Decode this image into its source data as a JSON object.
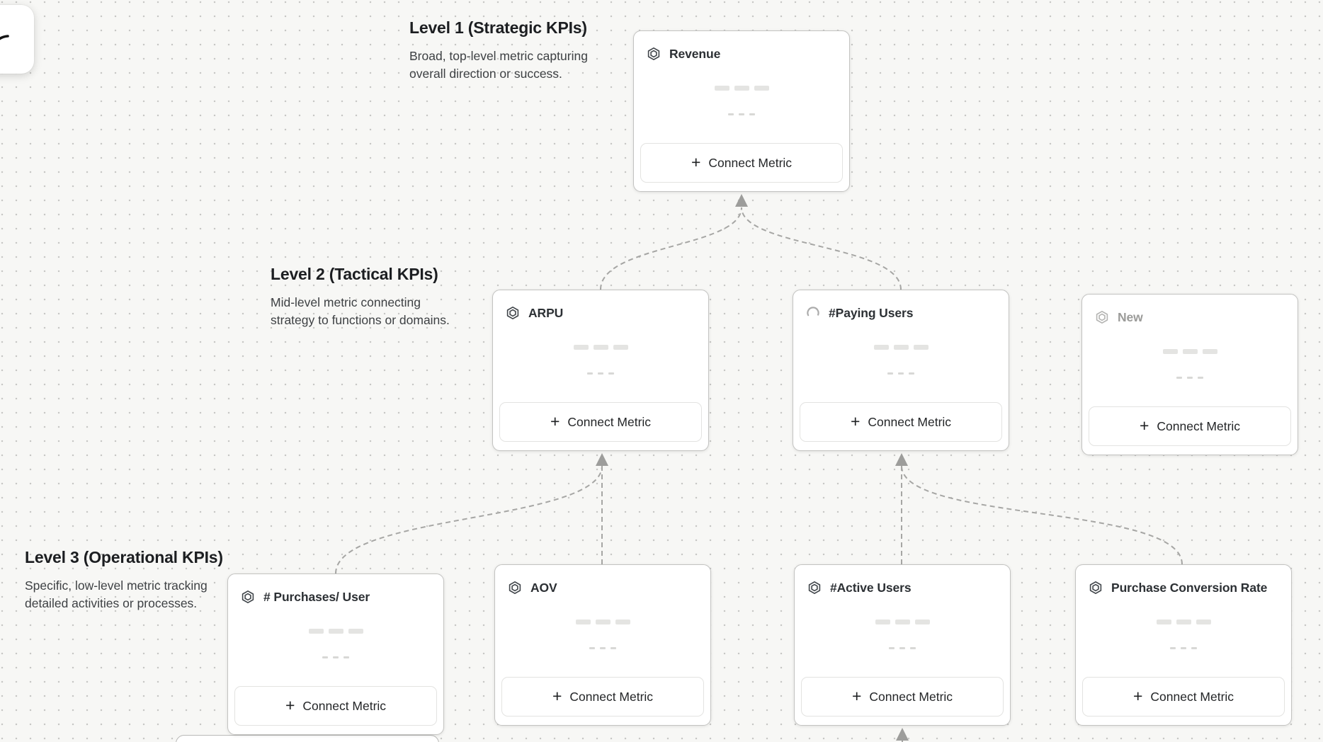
{
  "levels": [
    {
      "title": "Level 1 (Strategic KPIs)",
      "desc1": "Broad, top-level metric capturing",
      "desc2": "overall direction or success."
    },
    {
      "title": "Level 2 (Tactical KPIs)",
      "desc1": "Mid-level metric connecting",
      "desc2": "strategy to functions or domains."
    },
    {
      "title": "Level 3 (Operational KPIs)",
      "desc1": "Specific, low-level metric tracking",
      "desc2": "detailed activities or processes."
    }
  ],
  "cards": [
    {
      "id": "revenue",
      "title": "Revenue",
      "icon": "metric-hexagon",
      "state": "ready",
      "button_label": "Connect Metric"
    },
    {
      "id": "arpu",
      "title": "ARPU",
      "icon": "metric-hexagon",
      "state": "ready",
      "button_label": "Connect Metric"
    },
    {
      "id": "paying-users",
      "title": "#Paying Users",
      "icon": "loading-spinner",
      "state": "loading",
      "button_label": "Connect Metric"
    },
    {
      "id": "new",
      "title": "New",
      "icon": "metric-hexagon-muted",
      "state": "draft",
      "button_label": "Connect Metric"
    },
    {
      "id": "purchases-per-user",
      "title": "# Purchases/ User",
      "icon": "metric-hexagon",
      "state": "ready",
      "button_label": "Connect Metric"
    },
    {
      "id": "aov",
      "title": "AOV",
      "icon": "metric-hexagon",
      "state": "ready",
      "button_label": "Connect Metric"
    },
    {
      "id": "active-users",
      "title": "#Active Users",
      "icon": "metric-hexagon",
      "state": "ready",
      "button_label": "Connect Metric"
    },
    {
      "id": "purchase-conversion-rate",
      "title": "Purchase Conversion Rate",
      "icon": "metric-hexagon",
      "state": "ready",
      "button_label": "Connect Metric"
    }
  ],
  "floating_panel": {
    "icon": "cursor-stroke"
  },
  "colors": {
    "canvas_bg": "#f7f7f5",
    "dot": "#c7c7c5",
    "card_border": "#c3c3c1",
    "edge": "#a6a6a4",
    "arrow": "#9d9d9b",
    "title_text": "#2c3034",
    "muted_text": "#9b9b99",
    "skeleton": "#e4e4e2"
  }
}
